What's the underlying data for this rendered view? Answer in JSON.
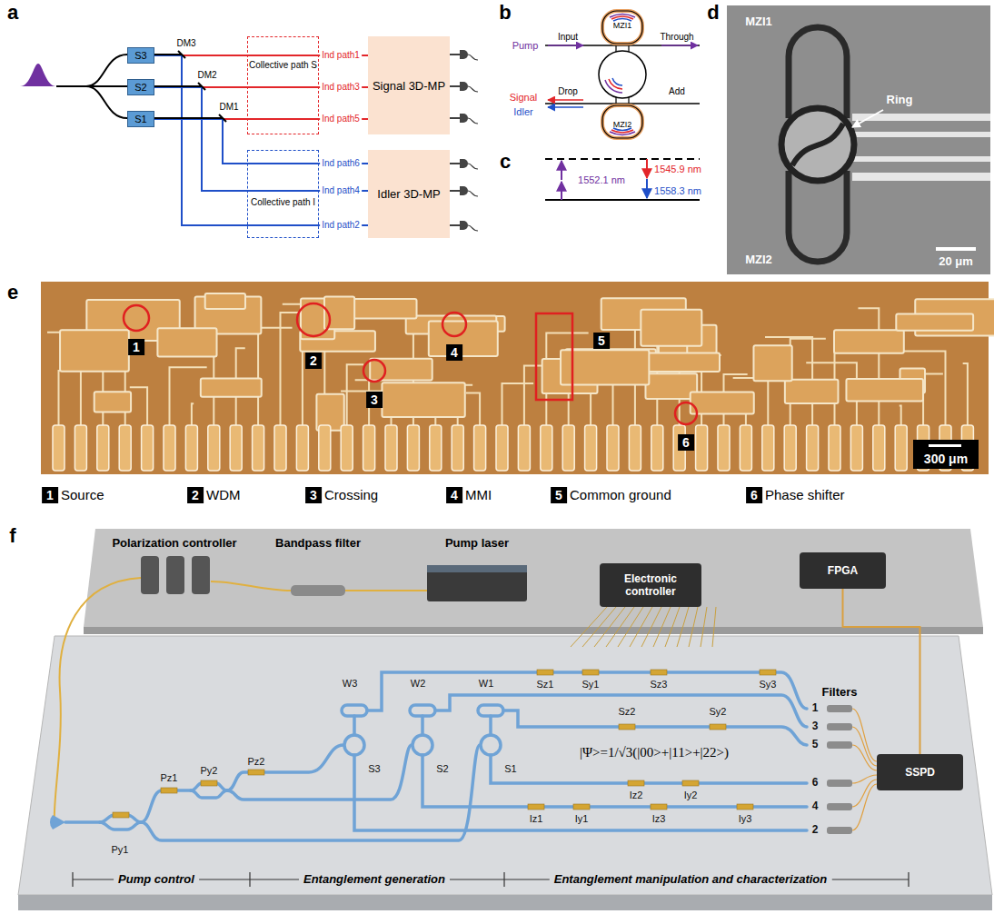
{
  "diagram": {
    "nodes": [
      {
        "text": [
          "S3"
        ]
      },
      {
        "text": [
          "S2"
        ]
      },
      {
        "text": [
          "S1"
        ]
      },
      {
        "text": [
          "Collective path S"
        ]
      },
      {
        "text": [
          "Collective path I"
        ]
      },
      {
        "text": [
          "Signal 3D-MP"
        ]
      },
      {
        "text": [
          "Idler 3D-MP"
        ]
      },
      {
        "text": [
          "Electronic controller"
        ]
      },
      {
        "text": [
          "FPGA"
        ]
      },
      {
        "text": [
          "SSPD"
        ]
      }
    ],
    "edges": [
      {
        "from": 0,
        "to": 5,
        "arrow": "none",
        "label": "Ind path1"
      },
      {
        "from": 1,
        "to": 5,
        "arrow": "none",
        "label": "Ind path3"
      },
      {
        "from": 2,
        "to": 5,
        "arrow": "none",
        "label": "Ind path5"
      },
      {
        "from": 2,
        "to": 6,
        "arrow": "none",
        "label": "Ind path6"
      },
      {
        "from": 1,
        "to": 6,
        "arrow": "none",
        "label": "Ind path4"
      },
      {
        "from": 0,
        "to": 6,
        "arrow": "none",
        "label": "Ind path2"
      },
      {
        "from": 8,
        "to": 9,
        "arrow": "none"
      }
    ],
    "labels": [
      "a",
      "DM3",
      "DM2",
      "DM1",
      "b",
      "MZI1",
      "MZI2",
      "Pump",
      "Signal",
      "Idler",
      "Input",
      "Through",
      "Drop",
      "Add",
      "c",
      "1552.1 nm",
      "1545.9 nm",
      "1558.3 nm",
      "d",
      "MZI1",
      "Ring",
      "MZI2",
      "20 μm",
      "e",
      "1",
      "2",
      "3",
      "4",
      "5",
      "6",
      "300 μm",
      "1",
      "Source",
      "2",
      "WDM",
      "3",
      "Crossing",
      "4",
      "MMI",
      "5",
      "Common ground",
      "6",
      "Phase shifter",
      "f",
      "Polarization controller",
      "Bandpass filter",
      "Pump laser",
      "Filters",
      "Py1",
      "Pz1",
      "Py2",
      "Pz2",
      "W3",
      "W2",
      "W1",
      "S3",
      "S2",
      "S1",
      "Sz1",
      "Sy1",
      "Sz3",
      "Sy3",
      "Sz2",
      "Sy2",
      "1",
      "3",
      "5",
      "|Ψ>=1/√3(|00>+|11>+|22>)",
      "Iz1",
      "Iy1",
      "Iz2",
      "Iz3",
      "Iy2",
      "Iy3",
      "6",
      "4",
      "2",
      "Pump control",
      "Entanglement generation",
      "Entanglement manipulation and characterization"
    ]
  }
}
